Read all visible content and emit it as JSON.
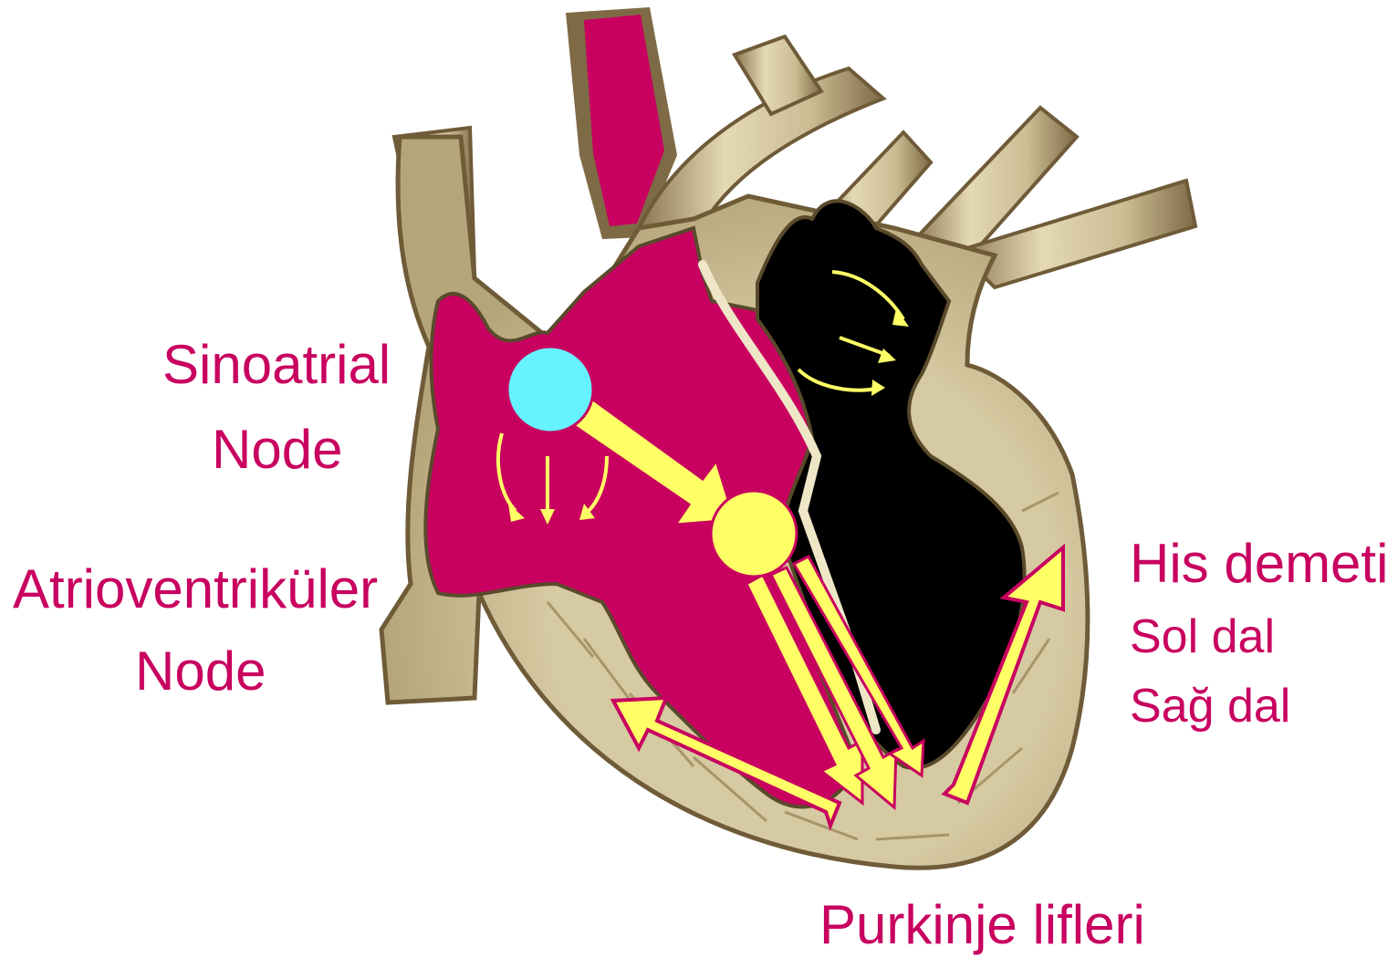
{
  "labels": {
    "sinoatrial_line1": "Sinoatrial",
    "sinoatrial_line2": "Node",
    "av_line1": "Atrioventriküler",
    "av_line2": "Node",
    "his_bundle": "His demeti",
    "left_branch": "Sol dal",
    "right_branch": "Sağ dal",
    "purkinje": "Purkinje lifleri"
  },
  "colors": {
    "label_text": "#c8005f",
    "right_heart_blood": "#c8005f",
    "left_heart_blood": "#000000",
    "tissue": "#cfc29a",
    "tissue_outline": "#7a6640",
    "sa_node": "#66f2ff",
    "av_node": "#ffff66",
    "conduction_arrows": "#ffff66"
  }
}
